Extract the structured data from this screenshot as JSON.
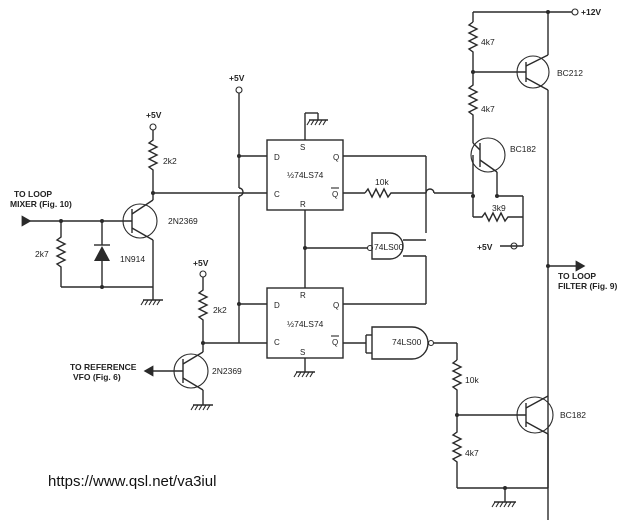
{
  "rails": {
    "plus12v": "+12V",
    "plus5v": "+5V"
  },
  "left_input": {
    "line1": "TO LOOP",
    "line2": "MIXER (Fig. 10)"
  },
  "ref_output": {
    "line1": "TO REFERENCE",
    "line2": "VFO (Fig. 6)"
  },
  "filter_output": {
    "line1": "TO LOOP",
    "line2": "FILTER (Fig. 9)"
  },
  "components": {
    "r_2k7": "2k7",
    "r_2k2_top": "2k2",
    "r_2k2_bot": "2k2",
    "d_1n914": "1N914",
    "q_top_left": "2N2369",
    "q_bot_left": "2N2369",
    "ff_top": "½74LS74",
    "ff_bot": "½74LS74",
    "r_10k_top": "10k",
    "r_10k_bot": "10k",
    "gate_top": "74LS00",
    "gate_bot": "74LS00",
    "r_4k7_a": "4k7",
    "r_4k7_b": "4k7",
    "r_4k7_c": "4k7",
    "r_3k9": "3k9",
    "q_bc212": "BC212",
    "q_bc182_top": "BC182",
    "q_bc182_bot": "BC182"
  },
  "pins": {
    "d": "D",
    "s": "S",
    "q": "Q",
    "c": "C",
    "r": "R",
    "qbar": "Q"
  },
  "watermark": "https://www.qsl.net/va3iul"
}
